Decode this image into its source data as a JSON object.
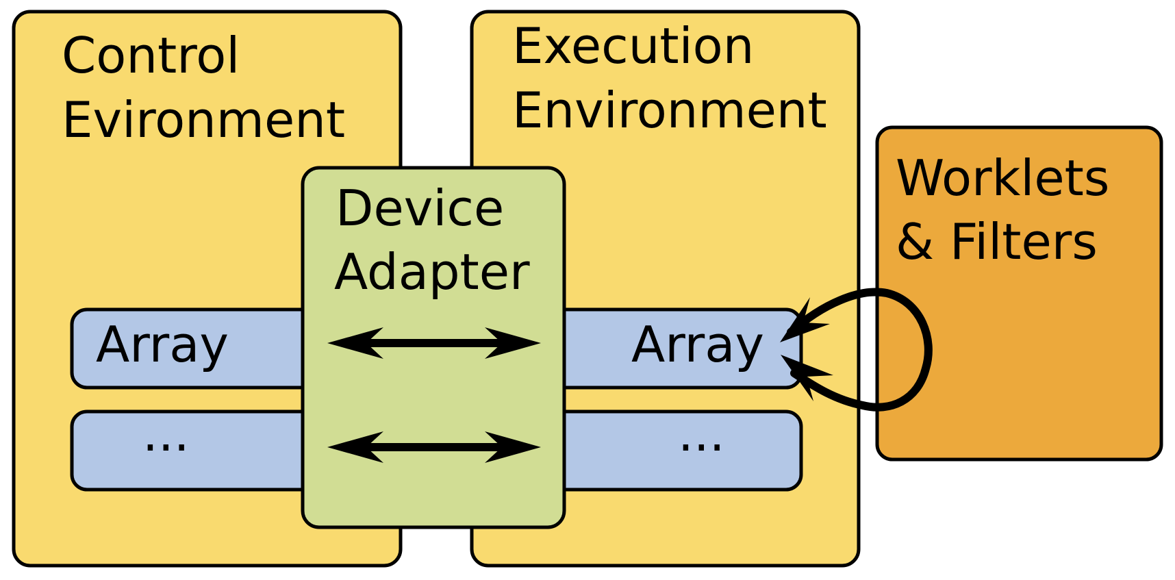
{
  "colors": {
    "environment_fill": "#F9DA6F",
    "adapter_fill": "#D1DD94",
    "array_fill": "#B3C7E6",
    "worklets_fill": "#ECA93C",
    "stroke": "#000000"
  },
  "control_environment": {
    "title_line1": "Control",
    "title_line2": "Evironment",
    "array_label": "Array",
    "more_label": "..."
  },
  "execution_environment": {
    "title_line1": "Execution",
    "title_line2": "Environment",
    "array_label": "Array",
    "more_label": "..."
  },
  "device_adapter": {
    "title_line1": "Device",
    "title_line2": "Adapter"
  },
  "worklets": {
    "title_line1": "Worklets",
    "title_line2": "& Filters"
  },
  "icons": {
    "array_transfer": "double-headed-arrow",
    "more_transfer": "double-headed-arrow",
    "worklet_loop": "loop-arrow"
  }
}
